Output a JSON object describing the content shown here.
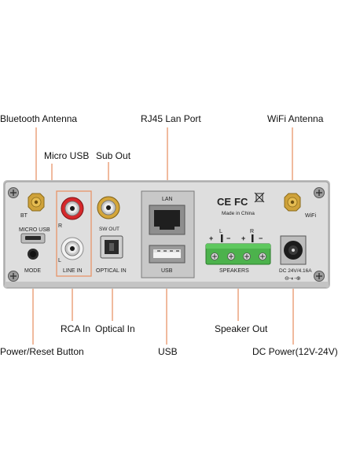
{
  "callouts": {
    "bluetooth_antenna": "Bluetooth Antenna",
    "micro_usb": "Micro USB",
    "sub_out": "Sub Out",
    "rj45": "RJ45 Lan Port",
    "wifi_antenna": "WiFi Antenna",
    "rca_in": "RCA In",
    "optical_in": "Optical In",
    "speaker_out": "Speaker Out",
    "power_reset": "Power/Reset Button",
    "usb": "USB",
    "dc_power": "DC Power(12V-24V)"
  },
  "panel": {
    "bt": "BT",
    "micro_usb": "MICRO USB",
    "mode": "MODE",
    "rca_r": "R",
    "rca_l": "L",
    "line_in": "LINE IN",
    "sw_out": "SW OUT",
    "optical_in": "OPTICAL IN",
    "lan": "LAN",
    "usb": "USB",
    "ce": "CE",
    "fc": "FC",
    "made_in": "Made in China",
    "wifi": "WiFi",
    "sp_plus_left": "+",
    "sp_l": "L",
    "sp_minus_left": "−",
    "sp_plus_right": "+",
    "sp_r": "R",
    "sp_minus_right": "−",
    "speakers": "SPEAKERS",
    "dc_spec": "DC 24V/4.16A",
    "dc_polarity": "⊖-◐-⊕"
  },
  "colors": {
    "callout_line": "#e8956a",
    "panel_body": "#dcdcdc",
    "panel_border": "#9a9a9a",
    "rca_red": "#d6282b",
    "rca_white": "#f2f2f2",
    "rca_gold": "#d4a63a",
    "terminal_green": "#4cb24c",
    "highlight_box": "#e8956a"
  }
}
